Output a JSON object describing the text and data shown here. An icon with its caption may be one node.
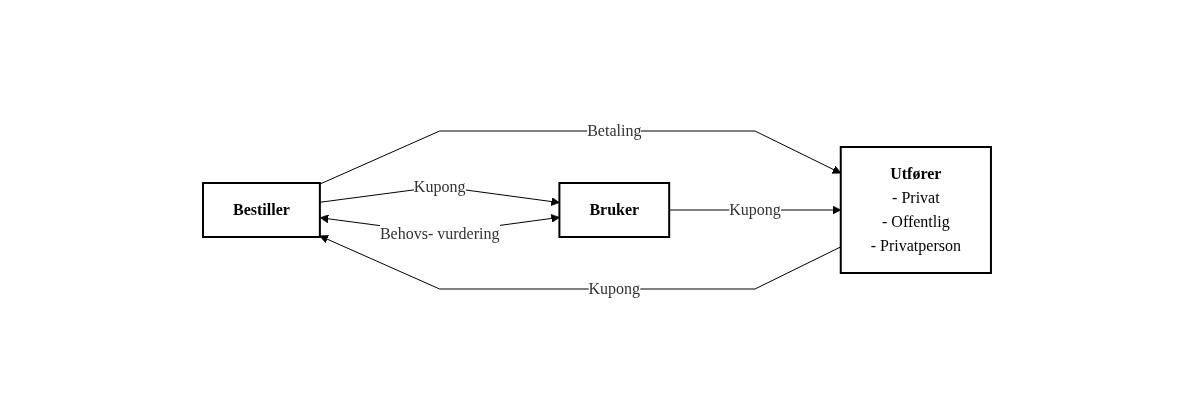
{
  "diagram": {
    "nodes": [
      {
        "text": [
          "Bestiller"
        ]
      },
      {
        "text": [
          "Utfører",
          "- Privat",
          "- Offentlig",
          "- Privatperson"
        ]
      },
      {
        "text": [
          "Bruker"
        ]
      }
    ],
    "edges": [
      {
        "from": 0,
        "to": 1,
        "arrow": "to",
        "label": "Betaling"
      },
      {
        "from": 1,
        "to": 0,
        "arrow": "to",
        "label": "Kupong"
      },
      {
        "from": 0,
        "to": 2,
        "arrow": "to",
        "label": "Kupong"
      },
      {
        "from": 0,
        "to": 2,
        "arrow": "both",
        "label": "Behovs- vurdering"
      },
      {
        "from": 2,
        "to": 1,
        "arrow": "to",
        "label": "Kupong"
      }
    ]
  }
}
